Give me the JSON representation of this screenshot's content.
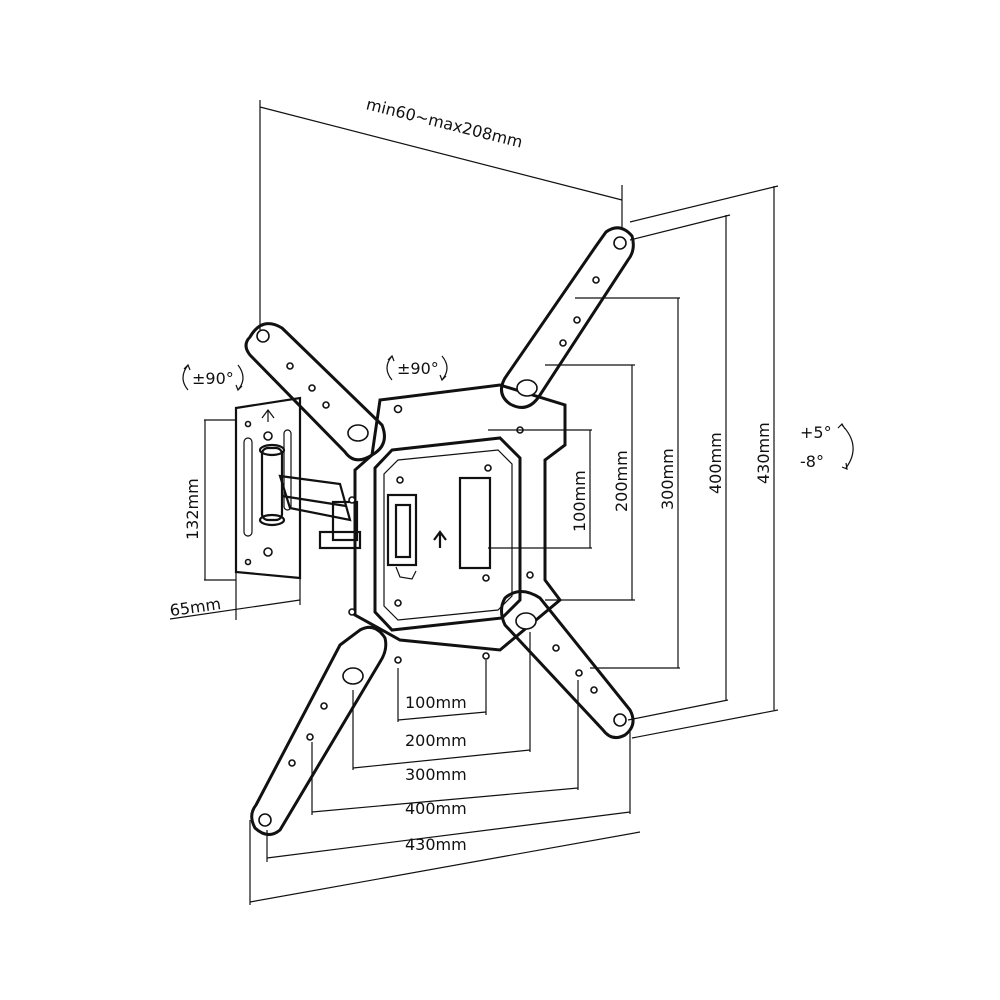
{
  "labels": {
    "depth": "min60~max208mm",
    "swivel_left": "±90°",
    "swivel_right": "±90°",
    "tilt_up": "+5°",
    "tilt_down": "-8°",
    "wall_height": "132mm",
    "wall_width": "65mm",
    "vertical": [
      "100mm",
      "200mm",
      "300mm",
      "400mm",
      "430mm"
    ],
    "horizontal": [
      "100mm",
      "200mm",
      "300mm",
      "400mm",
      "430mm"
    ]
  },
  "colors": {
    "stroke": "#111111",
    "background": "#ffffff"
  },
  "icons": [
    "rotate-arrows-icon",
    "tilt-arrow-icon",
    "up-arrow-icon"
  ]
}
